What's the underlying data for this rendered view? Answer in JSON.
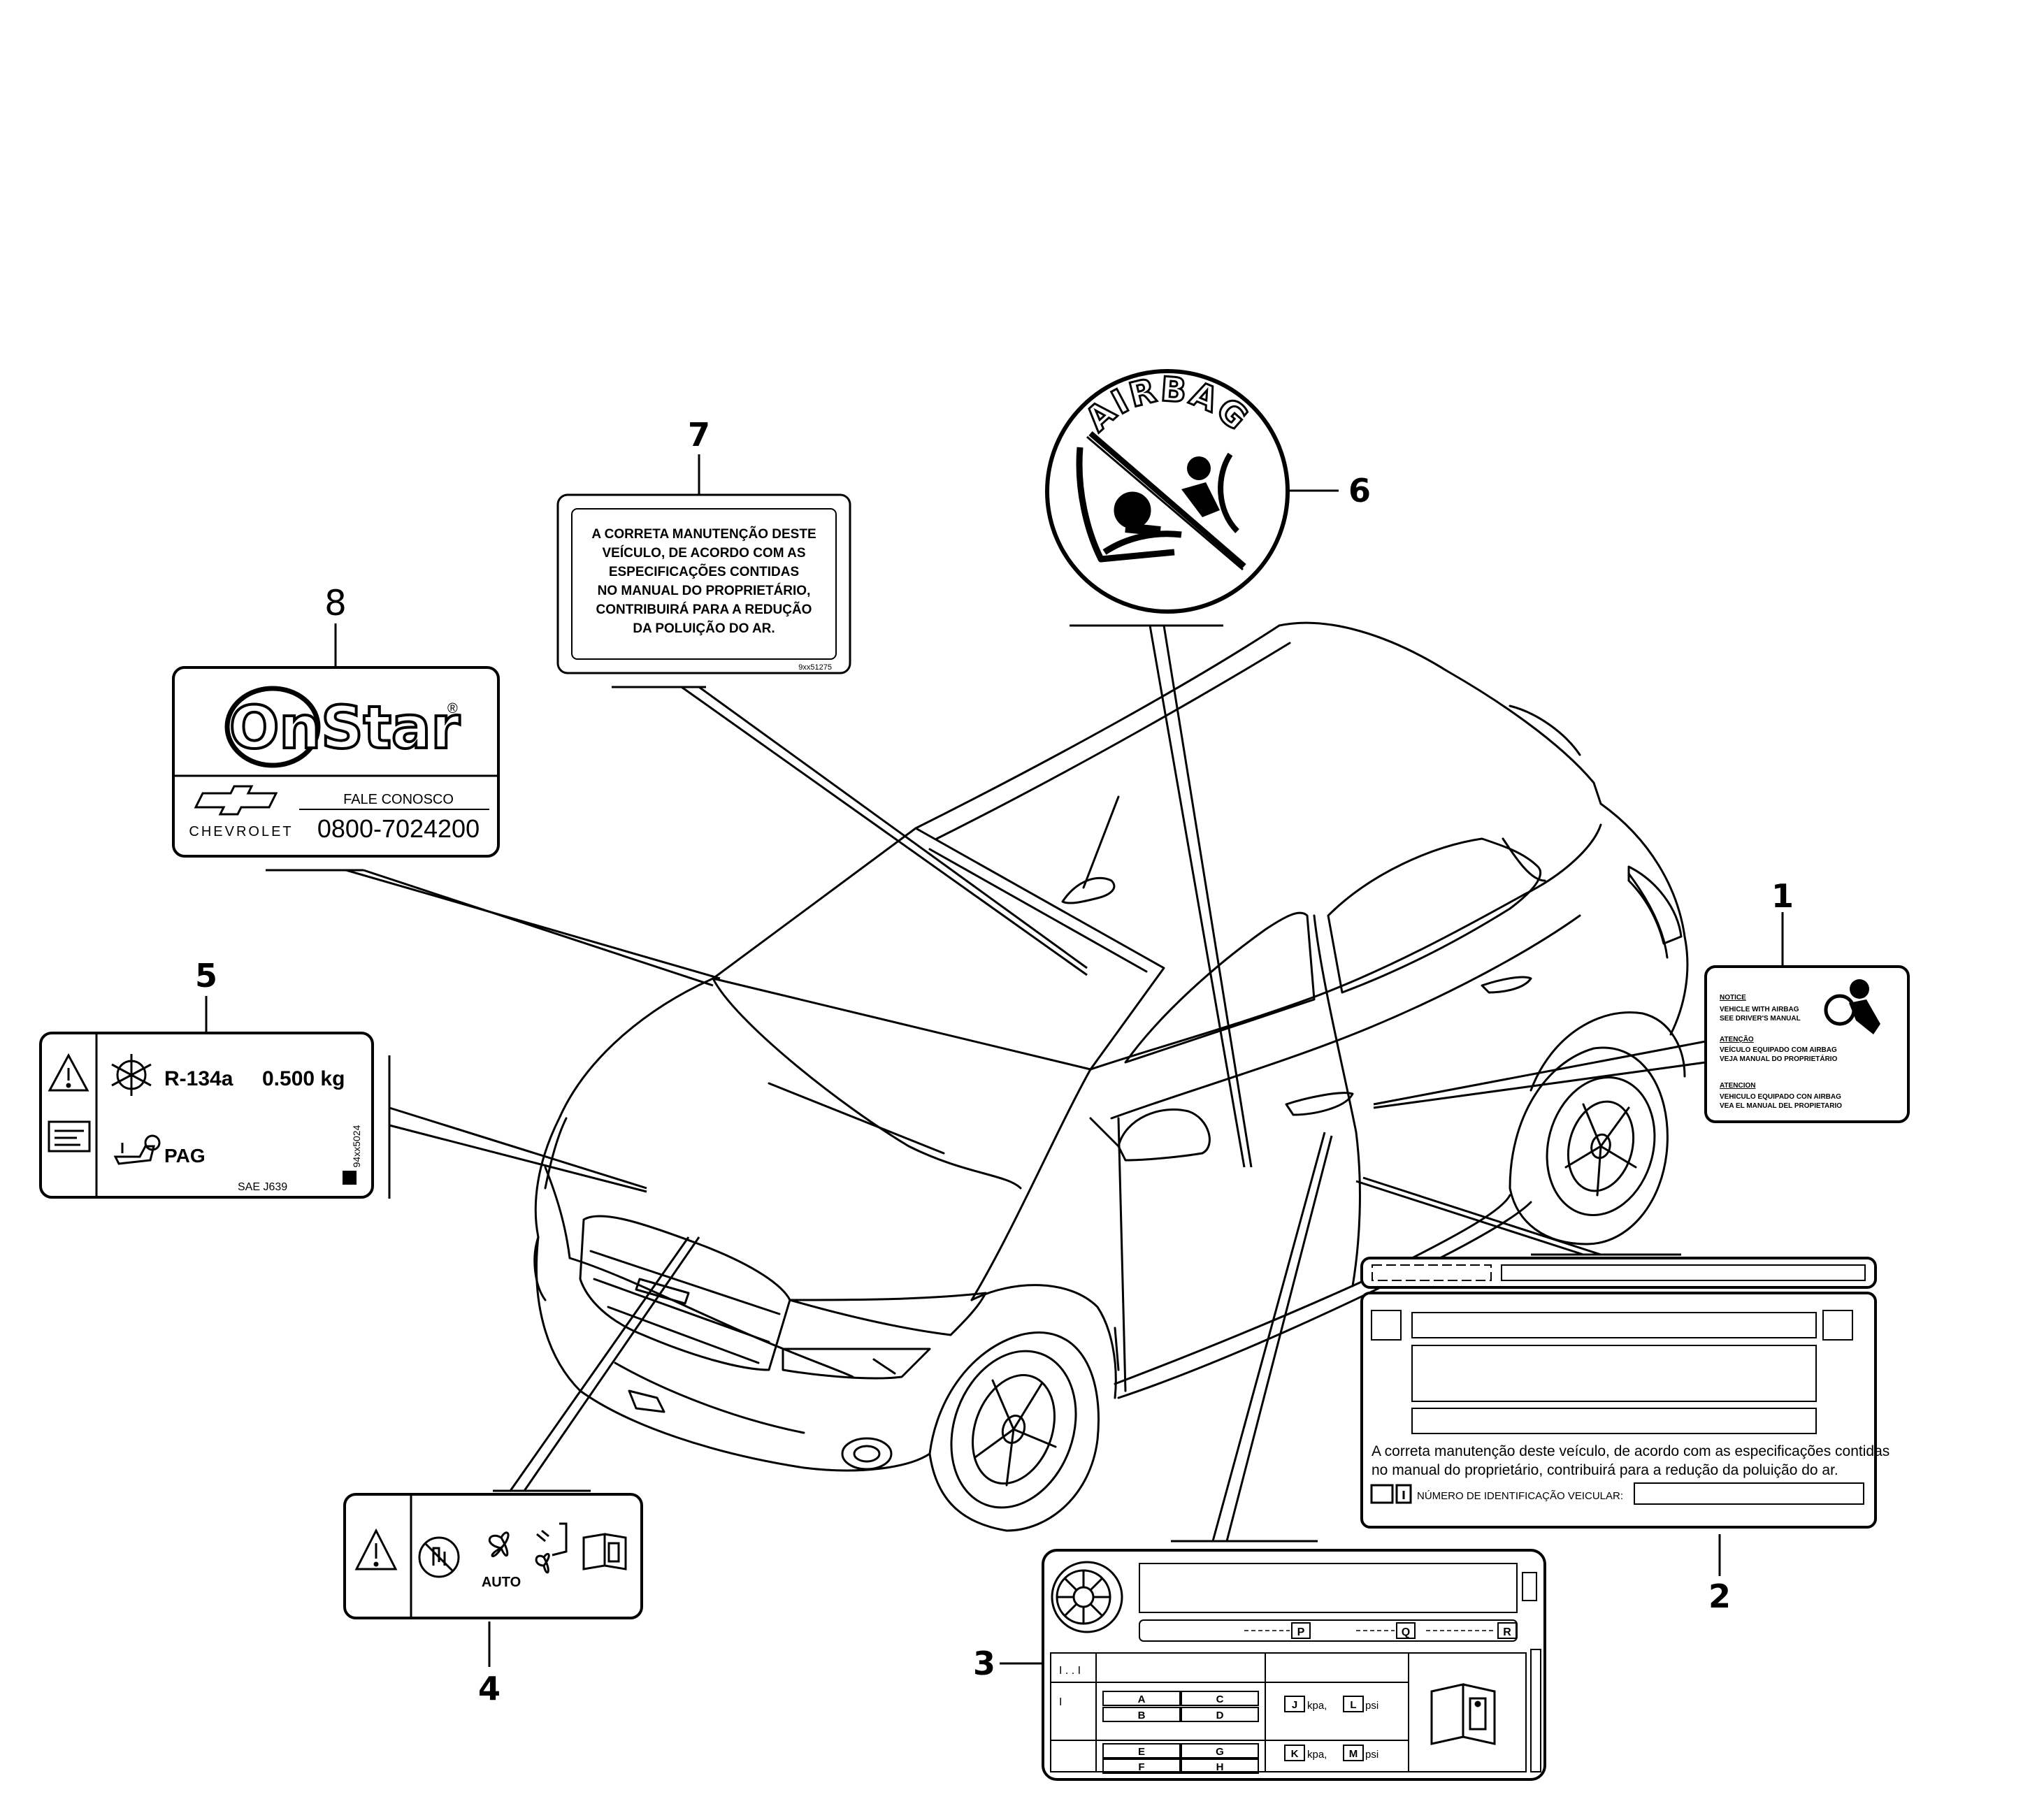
{
  "callouts": {
    "c1": "1",
    "c2": "2",
    "c3": "3",
    "c4": "4",
    "c5": "5",
    "c6": "6",
    "c7": "7",
    "c8": "8"
  },
  "label1": {
    "notice_title": "NOTICE",
    "notice_l1": "VEHICLE WITH AIRBAG",
    "notice_l2": "SEE DRIVER'S MANUAL",
    "atencao_title": "ATENÇÃO",
    "atencao_l1": "VEÍCULO EQUIPADO COM AIRBAG",
    "atencao_l2": "VEJA MANUAL DO PROPRIETÁRIO",
    "atencion_title": "ATENCION",
    "atencion_l1": "VEHICULO EQUIPADO CON AIRBAG",
    "atencion_l2": "VEA EL MANUAL DEL PROPIETARIO"
  },
  "label2": {
    "text_l1": "A correta manutenção deste veículo, de acordo com as especificações contidas",
    "text_l2": "no manual do proprietário, contribuirá para a redução da poluição do ar.",
    "vin_label": "NÚMERO DE IDENTIFICAÇÃO VEICULAR:"
  },
  "label3": {
    "p": "P",
    "q": "Q",
    "r": "R",
    "a": "A",
    "b": "B",
    "c": "C",
    "d": "D",
    "e": "E",
    "f": "F",
    "g": "G",
    "h": "H",
    "j": "J",
    "k": "K",
    "l": "L",
    "m": "M",
    "kpa1": "kpa,",
    "psi1": "psi",
    "kpa2": "kpa,",
    "psi2": "psi",
    "header_left": "I . . I",
    "row1_left": "I"
  },
  "label4": {
    "auto": "AUTO"
  },
  "label5": {
    "refrigerant": "R-134a",
    "quantity": "0.500 kg",
    "oil": "PAG",
    "standard": "SAE J639",
    "code": "94xx5024"
  },
  "label6": {
    "title": "AIRBAG"
  },
  "label7": {
    "lines": [
      "A CORRETA MANUTENÇÃO DESTE",
      "VEÍCULO, DE ACORDO COM AS",
      "ESPECIFICAÇÕES CONTIDAS",
      "NO MANUAL DO PROPRIETÁRIO,",
      "CONTRIBUIRÁ PARA A REDUÇÃO",
      "DA POLUIÇÃO DO AR."
    ],
    "code": "9xx51275"
  },
  "label8": {
    "logo": "OnStar",
    "contact": "FALE CONOSCO",
    "brand": "CHEVROLET",
    "phone": "0800-7024200"
  }
}
